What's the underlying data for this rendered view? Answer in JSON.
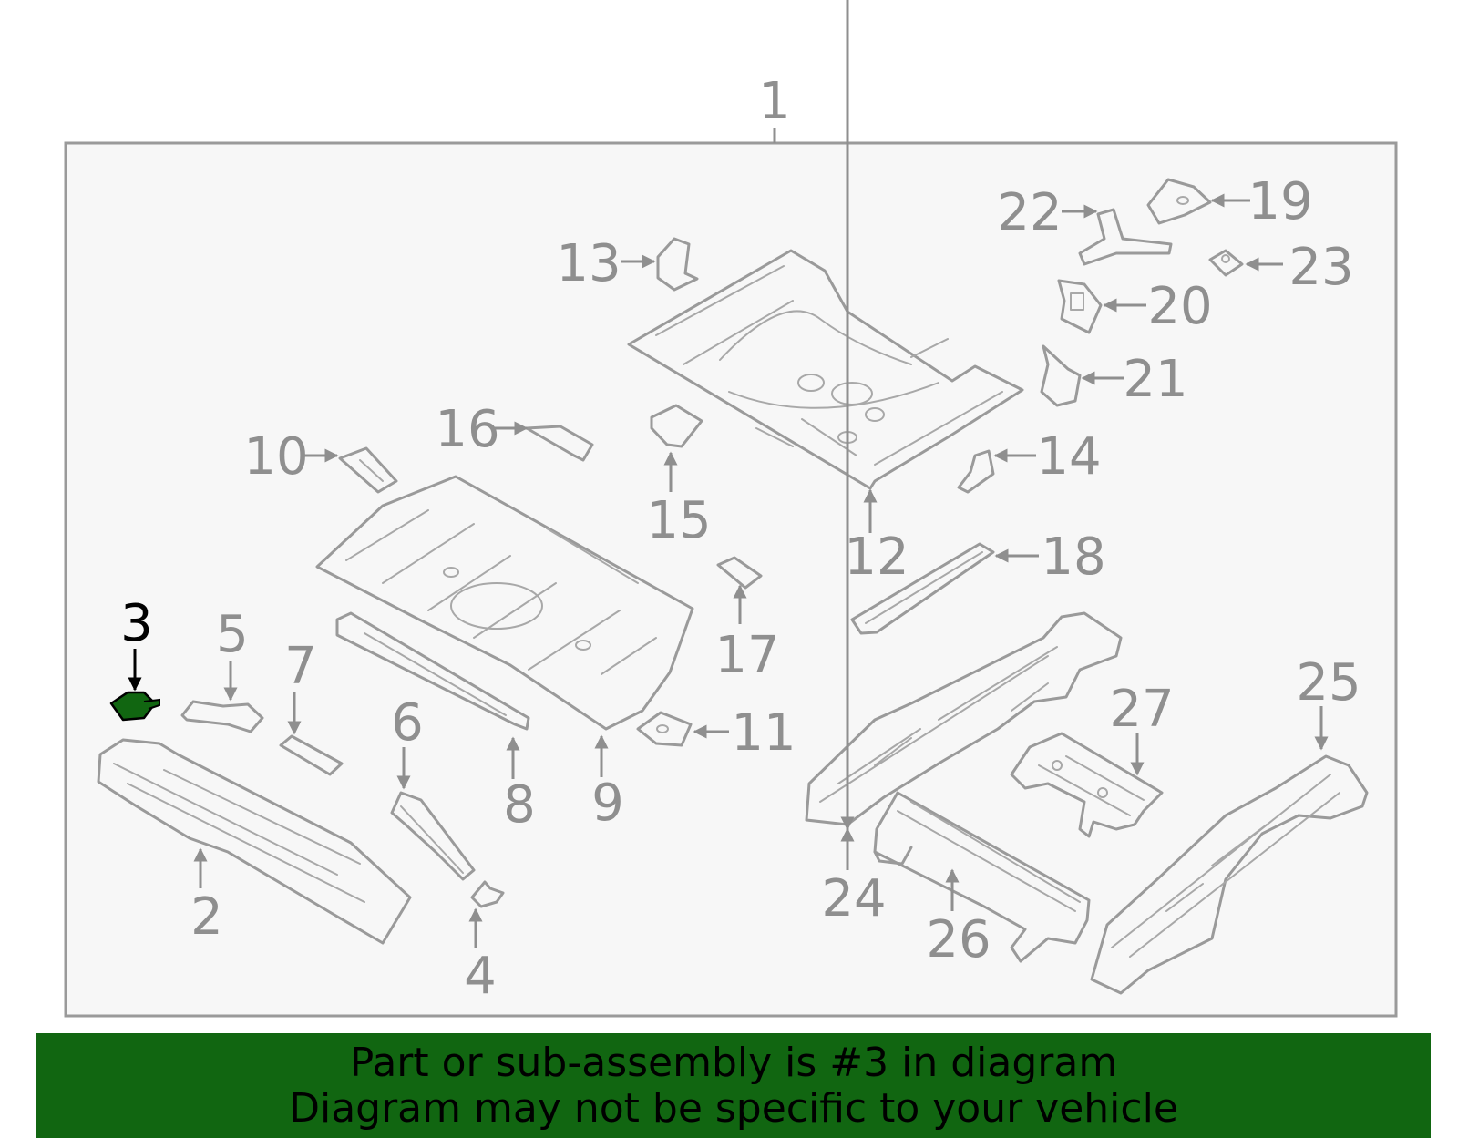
{
  "diagram": {
    "assembly_callout": "1",
    "highlighted_part": "3",
    "highlight_color": "#116611",
    "frame_fill": "#f7f7f7",
    "line_color": "#9a9a9a",
    "callouts": {
      "c2": "2",
      "c3": "3",
      "c4": "4",
      "c5": "5",
      "c6": "6",
      "c7": "7",
      "c8": "8",
      "c9": "9",
      "c10": "10",
      "c11": "11",
      "c12": "12",
      "c13": "13",
      "c14": "14",
      "c15": "15",
      "c16": "16",
      "c17": "17",
      "c18": "18",
      "c19": "19",
      "c20": "20",
      "c21": "21",
      "c22": "22",
      "c23": "23",
      "c24": "24",
      "c25": "25",
      "c26": "26",
      "c27": "27"
    }
  },
  "banner": {
    "line1": "Part or sub-assembly is #3 in diagram",
    "line2": "Diagram may not be specific to your vehicle",
    "background": "#116611"
  }
}
